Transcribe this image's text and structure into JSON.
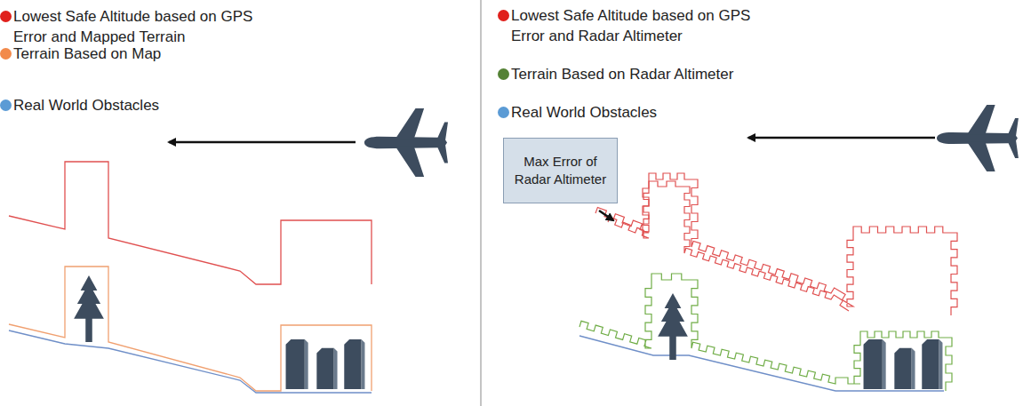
{
  "diagram": {
    "nodes": [
      {
        "text": [
          "Max Error of Radar Altimeter"
        ]
      }
    ],
    "legend": [
      {
        "text": "Lowest Safe Altitude based on GPS Error and Mapped Terrain",
        "color": "#e0201c"
      },
      {
        "text": "Terrain Based on Map",
        "color": "#f28a4b"
      },
      {
        "text": "Real World Obstacles",
        "color": "#5b9bd5"
      },
      {
        "text": "Lowest Safe Altitude based on GPS Error and Radar Altimeter",
        "color": "#e0201c"
      },
      {
        "text": "Terrain Based on Radar Altimeter",
        "color": "#548235"
      },
      {
        "text": "Real World Obstacles",
        "color": "#5b9bd5"
      }
    ]
  }
}
